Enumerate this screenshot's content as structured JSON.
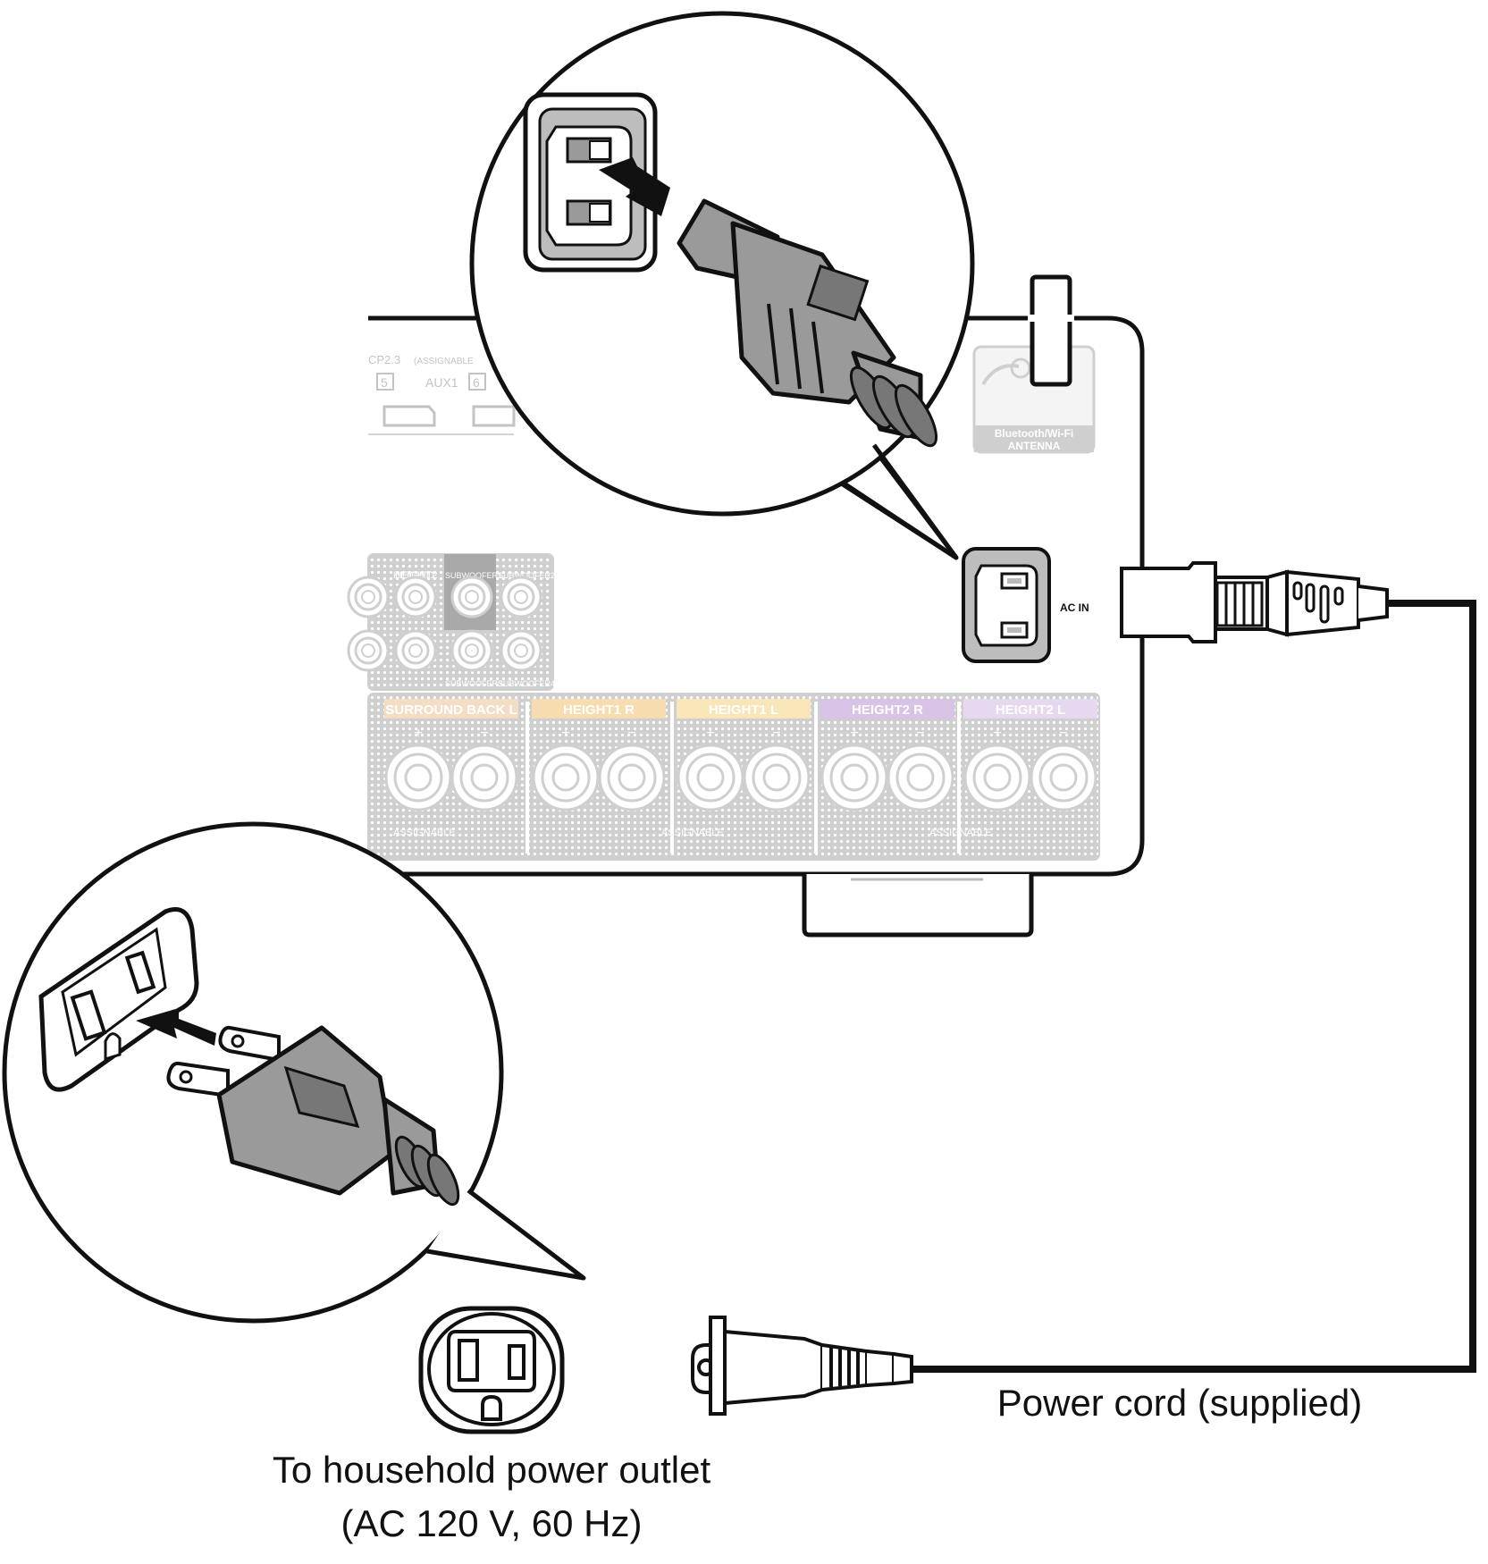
{
  "receiver": {
    "top_labels": [
      "CP2.3",
      "(ASSIGNABLE",
      "5",
      "AUX1",
      "6"
    ],
    "antenna_label_line1": "Bluetooth/Wi-Fi",
    "antenna_label_line2": "ANTENNA",
    "ac_in_label": "AC IN",
    "sub_labels_top": [
      "HEIGHT1",
      "HEIGHT2",
      "SUBWOOFER1",
      "SUBWOOFER2"
    ],
    "sub_labels_bottom": [
      "SUBWOOFER3",
      "SUBWOOFER4"
    ],
    "speaker_groups": [
      {
        "label": "SURROUND BACK",
        "side": "L",
        "color": "#f3ddc4"
      },
      {
        "label": "HEIGHT1",
        "side": "R",
        "color": "#f6dcae"
      },
      {
        "label": "HEIGHT1",
        "side": "L",
        "color": "#f8e6b8"
      },
      {
        "label": "HEIGHT2",
        "side": "R",
        "color": "#d8c2e6"
      },
      {
        "label": "HEIGHT2",
        "side": "L",
        "color": "#e6d9ef"
      }
    ],
    "assignable_label": "ASSIGNABLE",
    "plus_sign": "+",
    "minus_sign": "−"
  },
  "captions": {
    "power_cord": "Power cord (supplied)",
    "outlet_line1": "To household power outlet",
    "outlet_line2": "(AC 120 V, 60 Hz)"
  },
  "colors": {
    "line": "#111111",
    "plug_gray": "#9a9a9a",
    "faded": "#bdbdbd",
    "panel_gray": "#d9d9d9"
  }
}
